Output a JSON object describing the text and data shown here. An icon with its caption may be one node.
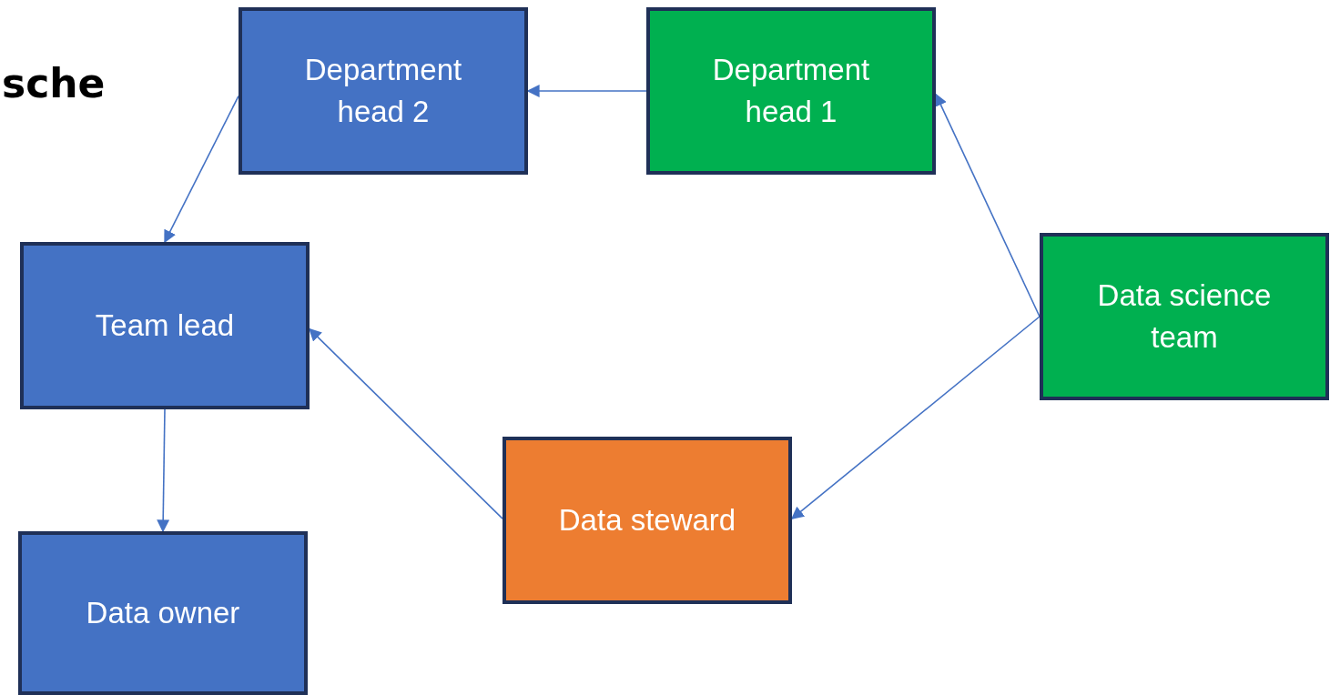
{
  "diagram": {
    "nodes": [
      {
        "text": [
          "Department head 2"
        ]
      },
      {
        "text": [
          "Department head 1"
        ]
      },
      {
        "text": [
          "Team lead"
        ]
      },
      {
        "text": [
          "Data science team"
        ]
      },
      {
        "text": [
          "Data steward"
        ]
      },
      {
        "text": [
          "Data owner"
        ]
      }
    ],
    "edges": [
      {
        "from": 1,
        "to": 0,
        "arrow": "to"
      },
      {
        "from": 0,
        "to": 2,
        "arrow": "to"
      },
      {
        "from": 3,
        "to": 1,
        "arrow": "to"
      },
      {
        "from": 3,
        "to": 4,
        "arrow": "to"
      },
      {
        "from": 4,
        "to": 2,
        "arrow": "to"
      },
      {
        "from": 2,
        "to": 5,
        "arrow": "to"
      }
    ],
    "labels": [
      "sche"
    ]
  }
}
